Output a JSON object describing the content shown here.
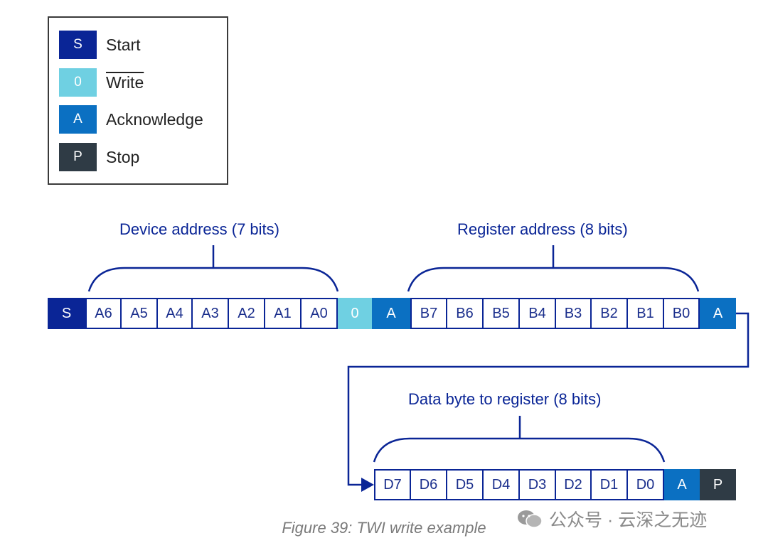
{
  "legend": {
    "items": [
      {
        "symbol": "S",
        "label": "Start",
        "color": "#0a2596",
        "overline": false
      },
      {
        "symbol": "0",
        "label": "Write",
        "color": "#6fd0e2",
        "overline": true
      },
      {
        "symbol": "A",
        "label": "Acknowledge",
        "color": "#0b70c2",
        "overline": false
      },
      {
        "symbol": "P",
        "label": "Stop",
        "color": "#2f3b45",
        "overline": false
      }
    ]
  },
  "frame1": {
    "start": "S",
    "device_bits": [
      "A6",
      "A5",
      "A4",
      "A3",
      "A2",
      "A1",
      "A0"
    ],
    "rw": "0",
    "ack1": "A",
    "register_bits": [
      "B7",
      "B6",
      "B5",
      "B4",
      "B3",
      "B2",
      "B1",
      "B0"
    ],
    "ack2": "A"
  },
  "frame2": {
    "data_bits": [
      "D7",
      "D6",
      "D5",
      "D4",
      "D3",
      "D2",
      "D1",
      "D0"
    ],
    "ack": "A",
    "stop": "P"
  },
  "labels": {
    "device_address": "Device address (7 bits)",
    "register_address": "Register address (8 bits)",
    "data_byte": "Data byte to register (8 bits)"
  },
  "caption": "Figure 39: TWI write example",
  "watermark": "公众号 · 云深之无迹",
  "colors": {
    "start": "#0a2596",
    "write": "#6fd0e2",
    "ack": "#0b70c2",
    "stop": "#2f3b45",
    "line": "#0a2596"
  }
}
